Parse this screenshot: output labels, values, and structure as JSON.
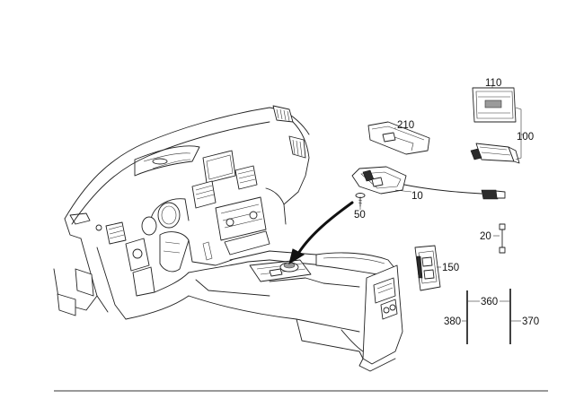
{
  "diagram": {
    "part_numbers": {
      "p110": "110",
      "p210": "210",
      "p100": "100",
      "p10": "10",
      "p50": "50",
      "p20": "20",
      "p150": "150",
      "p360": "360",
      "p380": "380",
      "p370": "370"
    },
    "colors": {
      "line": "#222222",
      "background": "#ffffff",
      "arrow": "#111111"
    }
  }
}
